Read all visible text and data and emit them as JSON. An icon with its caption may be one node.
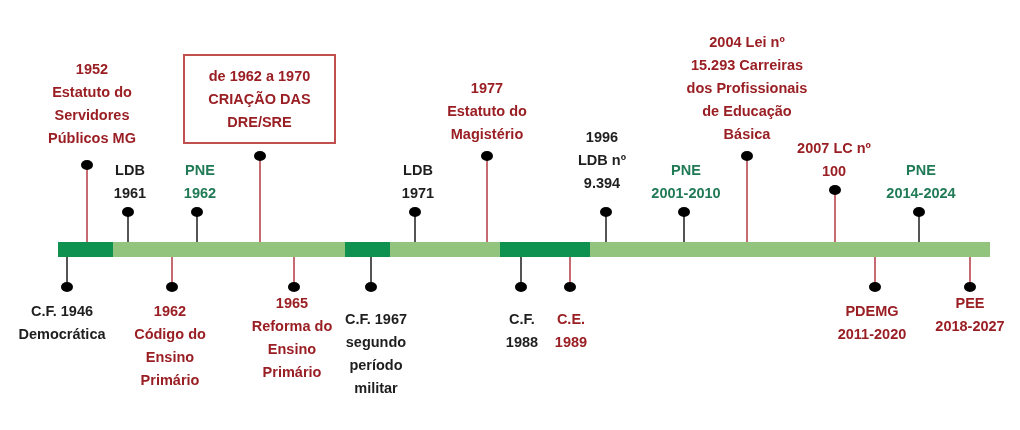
{
  "diagram": {
    "nodes": [
      {
        "text": [
          "de 1962 a 1970 CRIAÇÃO DAS DRE/SRE"
        ]
      }
    ],
    "labels": [
      "C.F. 1946 Democrática",
      "1952 Estatuto do Servidores Públicos MG",
      "LDB 1961",
      "1962 Código do Ensino Primário",
      "PNE 1962",
      "1965 Reforma do Ensino Primário",
      "C.F. 1967 segundo período militar",
      "LDB 1971",
      "1977 Estatuto do Magistério",
      "C.F. 1988",
      "C.E. 1989",
      "1996 LDB nº 9.394",
      "PNE 2001-2010",
      "2004 Lei nº 15.293 Carreiras dos Profissionais de Educação Básica",
      "2007 LC nº 100",
      "PDEMG 2011-2020",
      "PNE 2014-2024",
      "PEE 2018-2027"
    ]
  }
}
